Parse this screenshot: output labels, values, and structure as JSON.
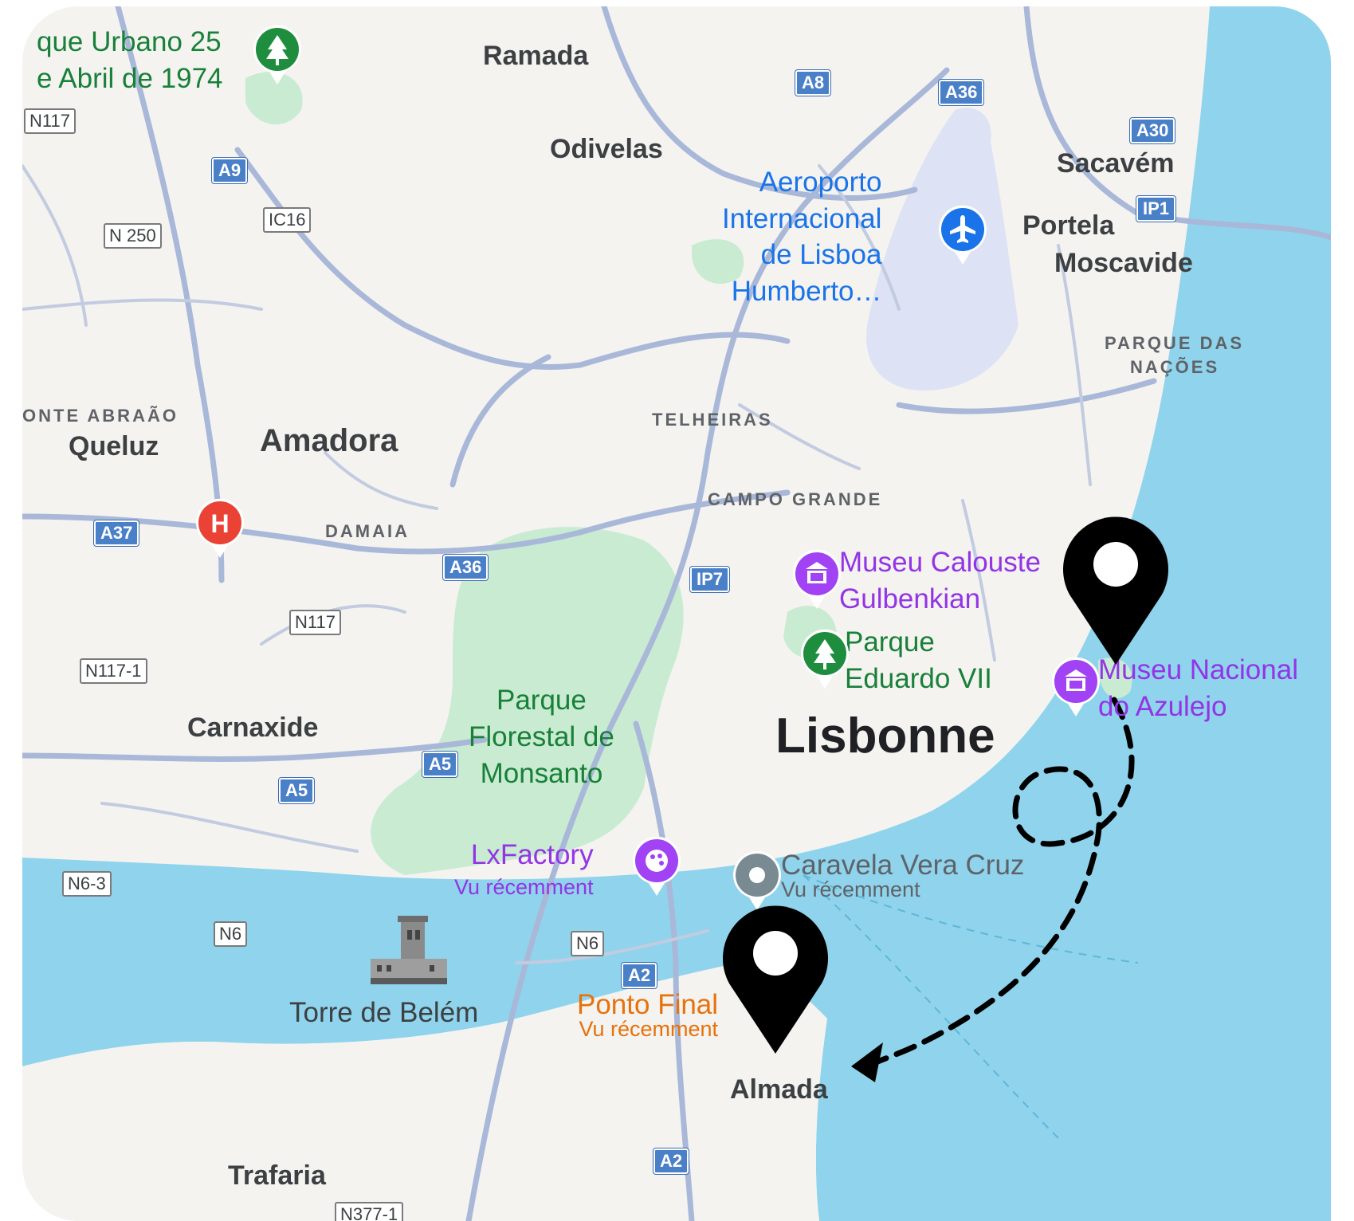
{
  "map": {
    "cities": {
      "lisbonne": "Lisbonne",
      "amadora": "Amadora",
      "odivelas": "Odivelas",
      "ramada": "Ramada",
      "sacavem": "Sacavém",
      "portela": "Portela",
      "moscavide": "Moscavide",
      "queluz": "Queluz",
      "carnaxide": "Carnaxide",
      "almada": "Almada",
      "trafaria": "Trafaria"
    },
    "districts": {
      "telheiras": "TELHEIRAS",
      "campo_grande": "CAMPO GRANDE",
      "damaia": "DAMAIA",
      "monte_abraao": "ONTE ABRAÃO",
      "parque_nacoes_1": "PARQUE DAS",
      "parque_nacoes_2": "NAÇÕES"
    },
    "pois": {
      "parque_urbano_1": "que Urbano 25",
      "parque_urbano_2": "e Abril de 1974",
      "airport_1": "Aeroporto",
      "airport_2": "Internacional",
      "airport_3": "de Lisboa",
      "airport_4": "Humberto…",
      "gulbenkian_1": "Museu Calouste",
      "gulbenkian_2": "Gulbenkian",
      "eduardo_1": "Parque",
      "eduardo_2": "Eduardo VII",
      "azulejo_1": "Museu Nacional",
      "azulejo_2": "do Azulejo",
      "monsanto_1": "Parque",
      "monsanto_2": "Florestal de",
      "monsanto_3": "Monsanto",
      "lxfactory": "LxFactory",
      "lxfactory_sub": "Vu récemment",
      "caravela": "Caravela Vera Cruz",
      "caravela_sub": "Vu récemment",
      "ponto_final": "Ponto Final",
      "ponto_final_sub": "Vu récemment",
      "torre": "Torre de Belém"
    },
    "roads": {
      "a8": "A8",
      "a36_top": "A36",
      "a30": "A30",
      "ip1": "IP1",
      "a9": "A9",
      "a37": "A37",
      "a36_mid": "A36",
      "ip7": "IP7",
      "a5_1": "A5",
      "a5_2": "A5",
      "a2_1": "A2",
      "a2_2": "A2",
      "n117_1": "N117",
      "n250": "N 250",
      "ic16": "IC16",
      "n117_2": "N117",
      "n117_1b": "N117-1",
      "n6_3": "N6-3",
      "n6_1": "N6",
      "n6_2": "N6",
      "n377": "N377-1"
    },
    "icons": {
      "pin": "map-pin-icon",
      "airport": "airplane-icon",
      "park": "tree-icon",
      "museum": "museum-icon",
      "hospital": "hospital-icon",
      "hospital_letter": "H"
    },
    "colors": {
      "water": "#8fd4ec",
      "land": "#f4f3f0",
      "park": "#c9ebd2",
      "road": "#a9b8d8",
      "pin": "#000000"
    }
  }
}
